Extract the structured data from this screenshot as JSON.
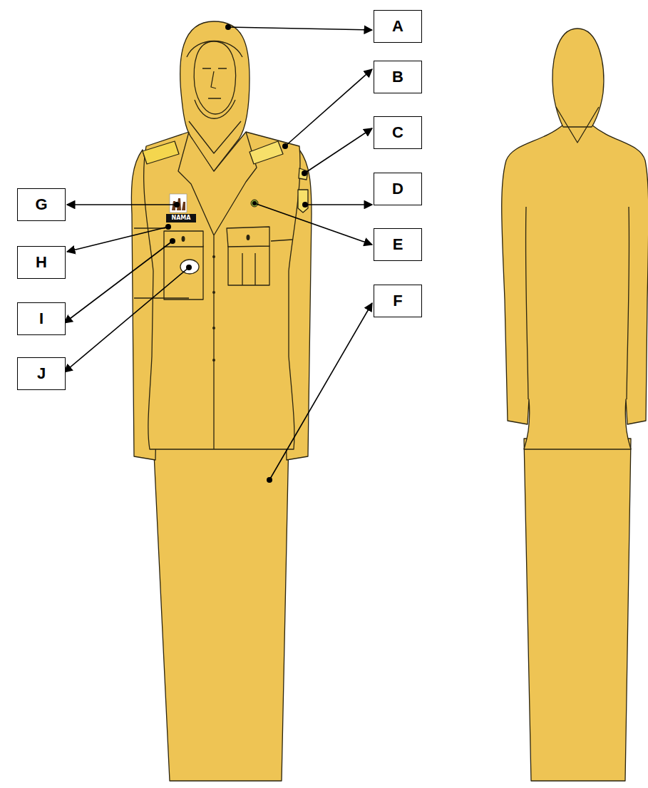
{
  "diagram": {
    "nodes": [
      {
        "text": [
          "A"
        ]
      },
      {
        "text": [
          "B"
        ]
      },
      {
        "text": [
          "C"
        ]
      },
      {
        "text": [
          "D"
        ]
      },
      {
        "text": [
          "G"
        ]
      },
      {
        "text": [
          "NAMA"
        ]
      },
      {
        "text": [
          "E"
        ]
      },
      {
        "text": [
          "H"
        ]
      },
      {
        "text": [
          "F"
        ]
      },
      {
        "text": [
          "I"
        ]
      },
      {
        "text": [
          "J"
        ]
      }
    ]
  }
}
